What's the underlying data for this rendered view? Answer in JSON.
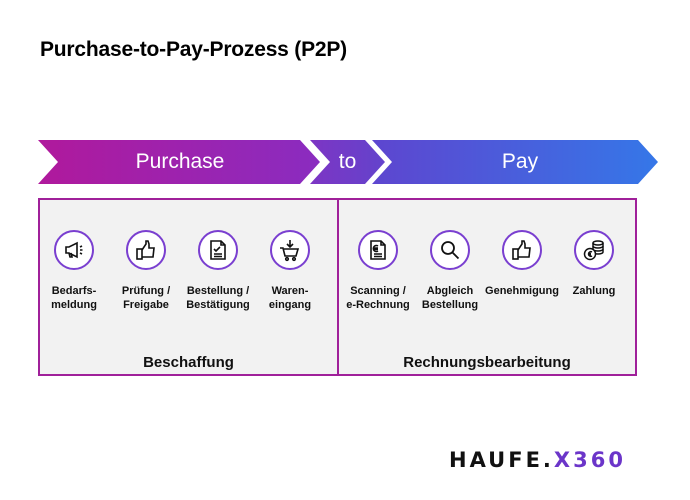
{
  "title": "Purchase-to-Pay-Prozess (P2P)",
  "arrows": {
    "purchase": "Purchase",
    "to": "to",
    "pay": "Pay"
  },
  "colors": {
    "magenta": "#b0199c",
    "purple": "#6f3dc8",
    "blue": "#3b6fe6",
    "panel_border": "#a0209a"
  },
  "panels": {
    "left_caption": "Beschaffung",
    "right_caption": "Rechnungsbearbeitung"
  },
  "steps": [
    {
      "icon": "megaphone-icon",
      "line1": "Bedarfs-",
      "line2": "meldung"
    },
    {
      "icon": "thumbs-up-icon",
      "line1": "Prüfung /",
      "line2": "Freigabe"
    },
    {
      "icon": "document-check-icon",
      "line1": "Bestellung /",
      "line2": "Bestätigung"
    },
    {
      "icon": "shopping-cart-icon",
      "line1": "Waren-",
      "line2": "eingang"
    },
    {
      "icon": "euro-document-icon",
      "line1": "Scanning /",
      "line2": "e-Rechnung"
    },
    {
      "icon": "magnifier-icon",
      "line1": "Abgleich",
      "line2": "Bestellung"
    },
    {
      "icon": "thumbs-up-icon",
      "line1": "Genehmigung",
      "line2": ""
    },
    {
      "icon": "coins-icon",
      "line1": "Zahlung",
      "line2": ""
    }
  ],
  "logo": {
    "main": "HAUFE.",
    "suffix": "X360"
  }
}
